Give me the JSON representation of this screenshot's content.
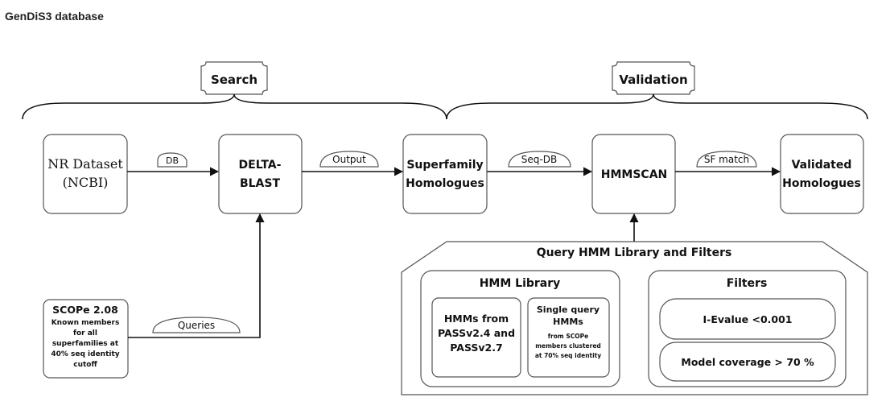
{
  "title": "GenDiS3 database",
  "phases": {
    "search": "Search",
    "validation": "Validation"
  },
  "nodes": {
    "nr_dataset": [
      "NR Dataset",
      "(NCBI)"
    ],
    "delta_blast": [
      "DELTA-",
      "BLAST"
    ],
    "superfamily_homologues": [
      "Superfamily",
      "Homologues"
    ],
    "hmmscan": "HMMSCAN",
    "validated_homologues": [
      "Validated",
      "Homologues"
    ],
    "scope": {
      "title": "SCOPe 2.08",
      "desc": [
        "Known members",
        "for all",
        "superfamilies at",
        "40% seq identity",
        "cutoff"
      ]
    }
  },
  "edges": {
    "db": "DB",
    "output": "Output",
    "seq_db": "Seq-DB",
    "sf_match": "SF match",
    "queries": "Queries"
  },
  "library": {
    "title": "Query HMM Library and Filters",
    "hmm_library": {
      "title": "HMM Library",
      "passv": [
        "HMMs from",
        "PASSv2.4 and",
        "PASSv2.7"
      ],
      "single": {
        "title": [
          "Single query",
          "HMMs"
        ],
        "desc": [
          "from SCOPe",
          "members clustered",
          "at 70% seq identity"
        ]
      }
    },
    "filters": {
      "title": "Filters",
      "evalue": "I-Evalue <0.001",
      "coverage": "Model coverage > 70 %"
    }
  }
}
